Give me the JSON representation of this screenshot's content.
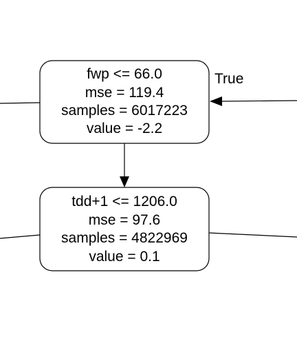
{
  "nodes": [
    {
      "id": "node-a",
      "lines": [
        "fwp <= 66.0",
        "mse = 119.4",
        "samples = 6017223",
        "value = -2.2"
      ]
    },
    {
      "id": "node-b",
      "lines": [
        "tdd+1 <= 1206.0",
        "mse = 97.6",
        "samples = 4822969",
        "value = 0.1"
      ]
    }
  ],
  "edges": {
    "incoming_label": "True"
  },
  "colors": {
    "stroke": "#000000",
    "fill": "#ffffff",
    "text": "#000000"
  }
}
